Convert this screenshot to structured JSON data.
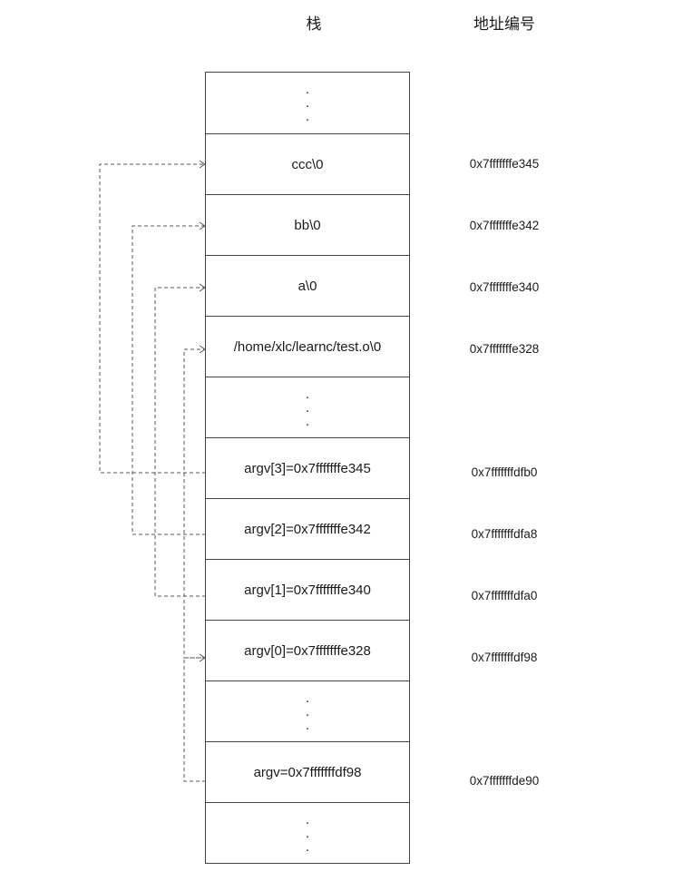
{
  "headers": {
    "stack": "栈",
    "address": "地址编号"
  },
  "cells": [
    {
      "kind": "dots",
      "label": "",
      "address": ""
    },
    {
      "kind": "text",
      "label": "ccc\\0",
      "address": "0x7fffffffe345"
    },
    {
      "kind": "text",
      "label": "bb\\0",
      "address": "0x7fffffffe342"
    },
    {
      "kind": "text",
      "label": "a\\0",
      "address": "0x7fffffffe340"
    },
    {
      "kind": "text",
      "label": "/home/xlc/learnc/test.o\\0",
      "address": "0x7fffffffe328"
    },
    {
      "kind": "dots",
      "label": "",
      "address": ""
    },
    {
      "kind": "text",
      "label": "argv[3]=0x7fffffffe345",
      "address": "0x7fffffffdfb0"
    },
    {
      "kind": "text",
      "label": "argv[2]=0x7fffffffe342",
      "address": "0x7fffffffdfa8"
    },
    {
      "kind": "text",
      "label": "argv[1]=0x7fffffffe340",
      "address": "0x7fffffffdfa0"
    },
    {
      "kind": "text",
      "label": "argv[0]=0x7fffffffe328",
      "address": "0x7fffffffdf98"
    },
    {
      "kind": "dots",
      "label": "",
      "address": ""
    },
    {
      "kind": "text",
      "label": "argv=0x7fffffffdf98",
      "address": "0x7fffffffde90"
    },
    {
      "kind": "dots",
      "label": "",
      "address": ""
    }
  ],
  "pointers": [
    {
      "from": 6,
      "to": 1
    },
    {
      "from": 7,
      "to": 2
    },
    {
      "from": 8,
      "to": 3
    },
    {
      "from": 9,
      "to": 4
    },
    {
      "from": 11,
      "to": 9
    }
  ],
  "colors": {
    "border": "#444444",
    "arrow": "#555555"
  }
}
